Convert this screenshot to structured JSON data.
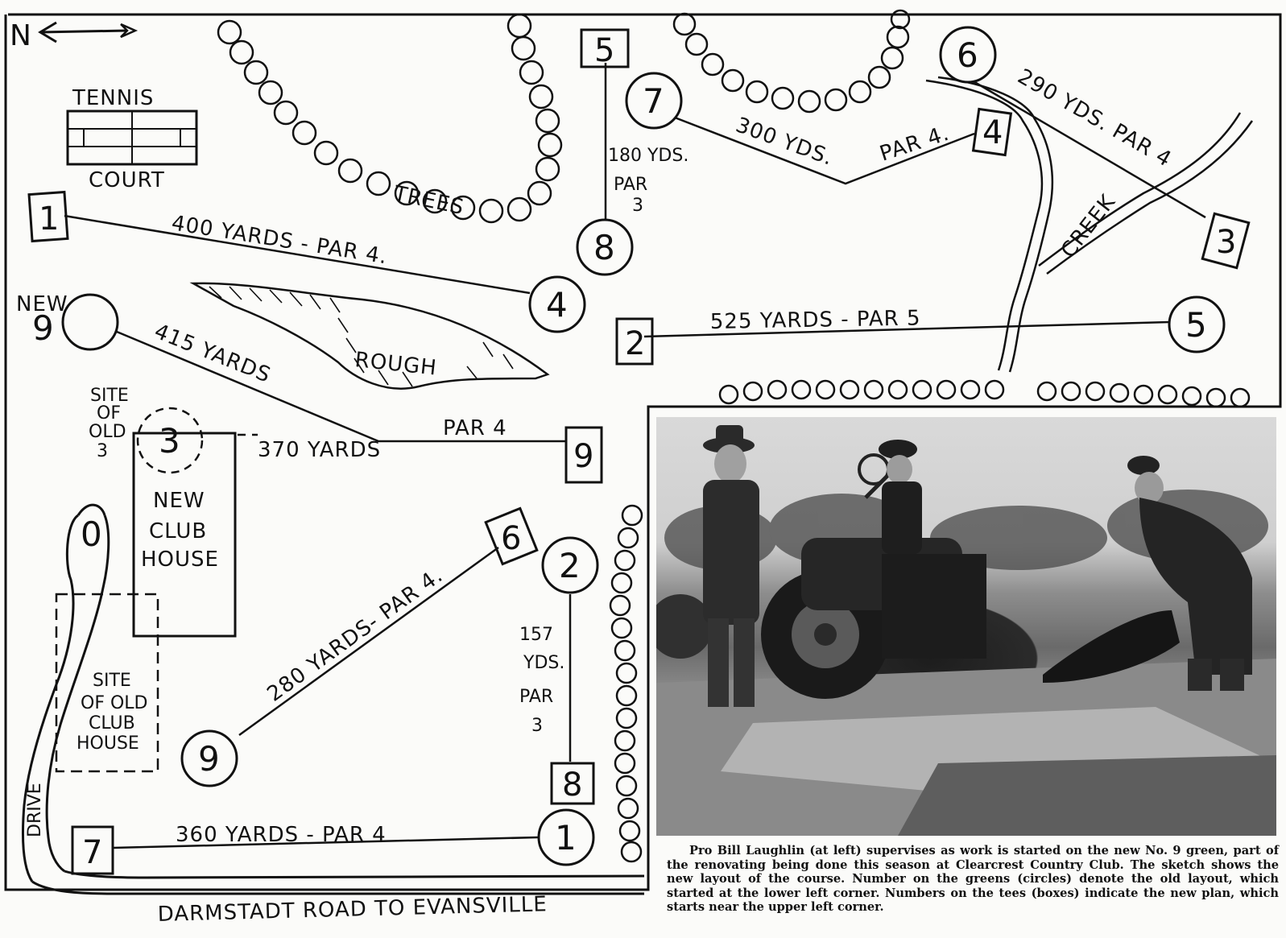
{
  "map": {
    "north": "N",
    "tennis_court": {
      "line1": "TENNIS",
      "line2": "COURT"
    },
    "trees": "TREES",
    "rough": "ROUGH",
    "creek": "CREEK",
    "drive": "DRIVE",
    "road": "DARMSTADT ROAD TO EVANSVILLE",
    "new_club_house": [
      "NEW",
      "CLUB",
      "HOUSE"
    ],
    "site_old_club_house": [
      "SITE",
      "OF OLD",
      "CLUB",
      "HOUSE"
    ],
    "site_old_3": [
      "SITE",
      "OF",
      "OLD",
      "3"
    ],
    "new_9_label": [
      "NEW",
      "9"
    ],
    "old_green_3": "3",
    "clubhouse_loop_label": "0",
    "holes": [
      {
        "tee": "1",
        "green": "4",
        "label": "400 YARDS - PAR 4."
      },
      {
        "tee": "2",
        "green": "5",
        "label": "525 YARDS - PAR 5"
      },
      {
        "tee": "3",
        "green": "6",
        "label": "290 YDS. PAR 4"
      },
      {
        "tee": "4",
        "green": "7",
        "label": "300 YDS.",
        "par": "PAR 4."
      },
      {
        "tee": "5",
        "green": "8",
        "yards": "180 YDS.",
        "par": "PAR",
        "par_num": "3"
      },
      {
        "tee": "6",
        "green": "9",
        "label": "280 YARDS- PAR 4."
      },
      {
        "tee": "7",
        "green": "1",
        "label": "360 YARDS - PAR 4"
      },
      {
        "tee": "8",
        "green": "2",
        "yards": "157",
        "yds": "YDS.",
        "par": "PAR",
        "par_num": "3"
      },
      {
        "tee": "9",
        "green": "9",
        "label": "415 YARDS",
        "par": "PAR 4",
        "alt": "370 YARDS"
      }
    ]
  },
  "caption": "Pro Bill Laughlin (at left) supervises as work is started on the new No. 9 green, part of the renovating being done this season at Clearcrest Country Club. The sketch shows the new layout of the course. Number on the greens (circles) denote the old layout, which started at the lower left corner. Numbers on the tees (boxes) indicate the new plan, which starts near the upper left corner."
}
